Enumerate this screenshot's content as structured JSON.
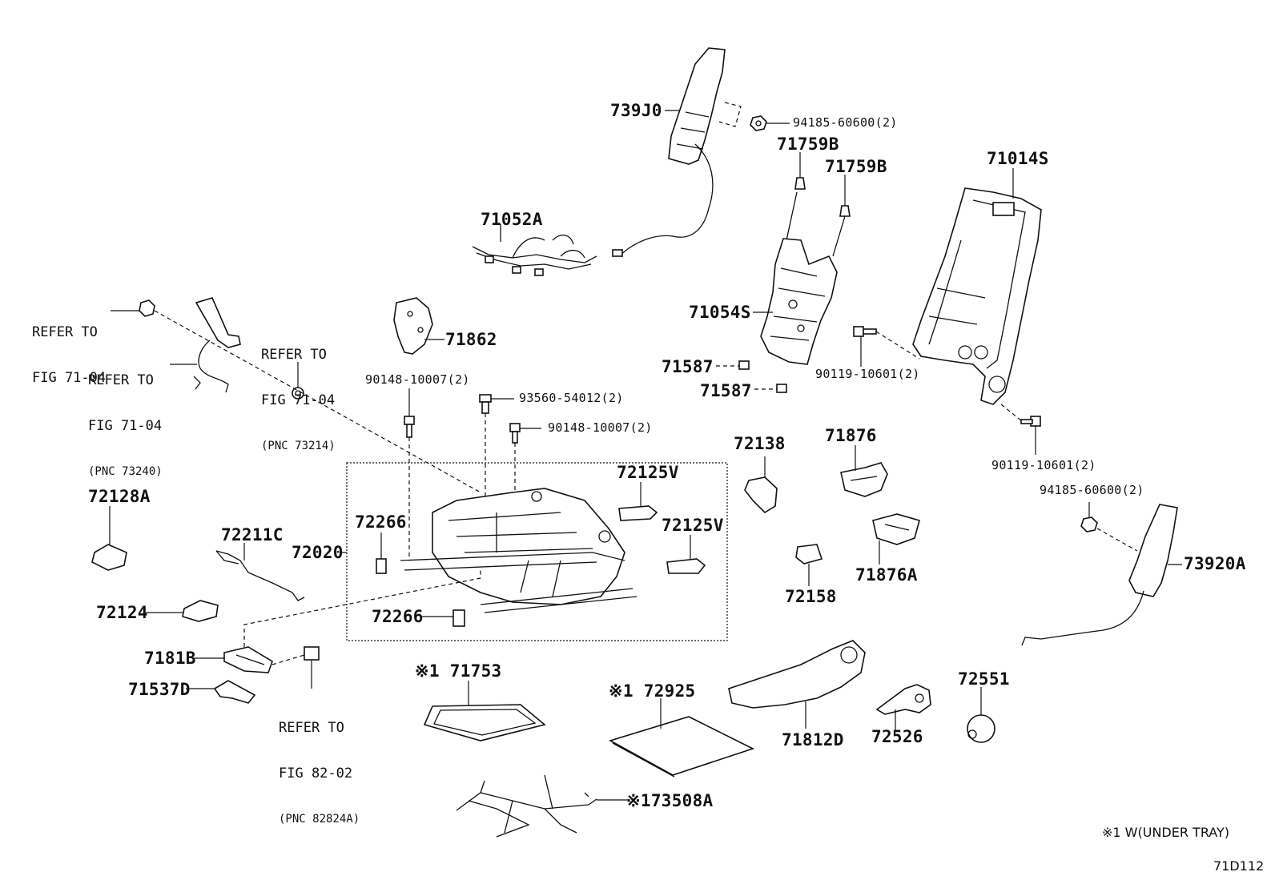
{
  "parts": {
    "p739J0": "739J0",
    "p94185_top": "94185-60600(2)",
    "p71759B_1": "71759B",
    "p71759B_2": "71759B",
    "p71014S": "71014S",
    "p71052A": "71052A",
    "p71054S": "71054S",
    "p71862": "71862",
    "p71587_1": "71587",
    "p71587_2": "71587",
    "p90119_a": "90119-10601(2)",
    "p90148_a": "90148-10007(2)",
    "p93560": "93560-54012(2)",
    "p90148_b": "90148-10007(2)",
    "p72138": "72138",
    "p71876": "71876",
    "p90119_b": "90119-10601(2)",
    "p72128A": "72128A",
    "p72125V_1": "72125V",
    "p72125V_2": "72125V",
    "p94185_bot": "94185-60600(2)",
    "p72266_1": "72266",
    "p72211C": "72211C",
    "p72020": "72020",
    "p71876A": "71876A",
    "p73920A": "73920A",
    "p72158": "72158",
    "p72124": "72124",
    "p72266_2": "72266",
    "p7181B": "7181B",
    "p71753": "※1 71753",
    "p72551": "72551",
    "p71537D": "71537D",
    "p72925": "※1 72925",
    "p71812D": "71812D",
    "p72526": "72526",
    "p73508A": "※173508A"
  },
  "refs": {
    "r1_line1": "REFER TO",
    "r1_line2": "FIG 71-04",
    "r2_line1": "REFER TO",
    "r2_line2": "FIG 71-04",
    "r2_pnc": "(PNC 73240)",
    "r3_line1": "REFER TO",
    "r3_line2": "FIG 71-04",
    "r3_pnc": "(PNC 73214)",
    "r4_line1": "REFER TO",
    "r4_line2": "FIG 82-02",
    "r4_pnc": "(PNC 82824A)"
  },
  "footnote": "※1 W(UNDER TRAY)",
  "figure_id": "71D112"
}
